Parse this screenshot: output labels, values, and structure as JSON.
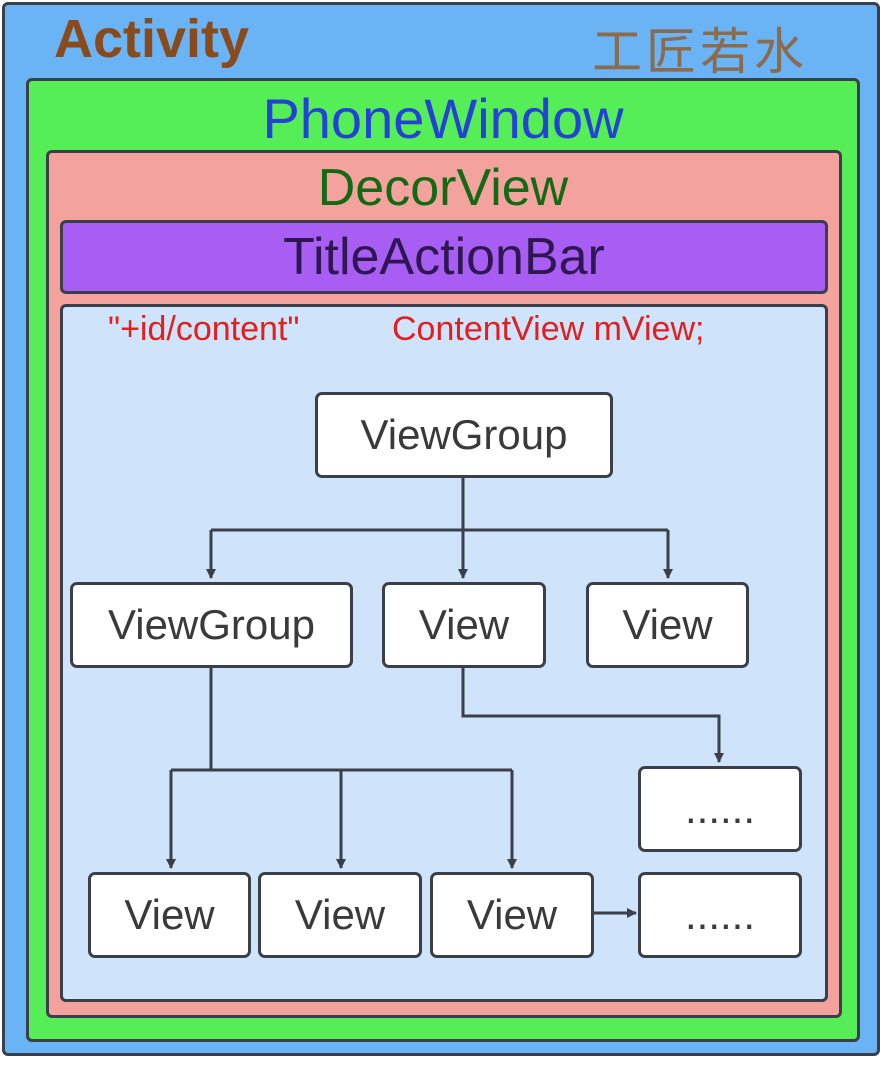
{
  "activity": {
    "title": "Activity",
    "brand": "工匠若水"
  },
  "phone_window": {
    "title": "PhoneWindow"
  },
  "decor_view": {
    "title": "DecorView"
  },
  "title_action_bar": {
    "title": "TitleActionBar"
  },
  "content": {
    "id_label": "\"+id/content\"",
    "view_label": "ContentView mView;"
  },
  "tree": {
    "root": "ViewGroup",
    "level1": [
      "ViewGroup",
      "View",
      "View"
    ],
    "level2": [
      "View",
      "View",
      "View"
    ],
    "ellipsis": [
      "......",
      "......"
    ]
  }
}
